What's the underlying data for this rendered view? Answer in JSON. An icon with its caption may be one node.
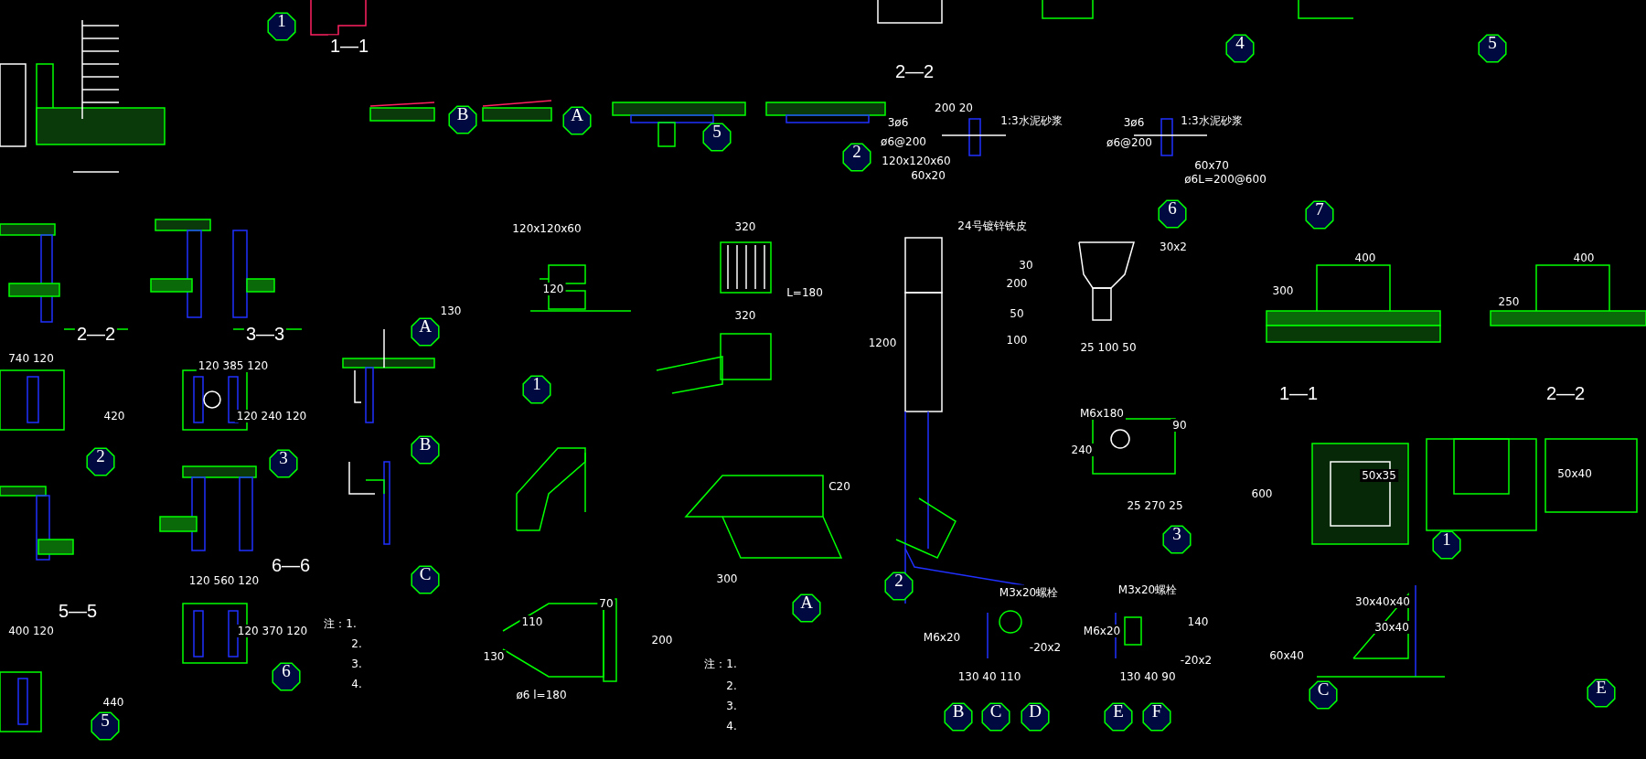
{
  "diagram": {
    "nodes": [
      {
        "text": [
          "1"
        ]
      },
      {
        "text": [
          "B"
        ]
      },
      {
        "text": [
          "A"
        ]
      },
      {
        "text": [
          "5"
        ]
      },
      {
        "text": [
          "2"
        ]
      },
      {
        "text": [
          "4"
        ]
      },
      {
        "text": [
          "5"
        ]
      },
      {
        "text": [
          "6"
        ]
      },
      {
        "text": [
          "7"
        ]
      },
      {
        "text": [
          "A"
        ]
      },
      {
        "text": [
          "1"
        ]
      },
      {
        "text": [
          "2"
        ]
      },
      {
        "text": [
          "3"
        ]
      },
      {
        "text": [
          "B"
        ]
      },
      {
        "text": [
          "C"
        ]
      },
      {
        "text": [
          "2"
        ]
      },
      {
        "text": [
          "3"
        ]
      },
      {
        "text": [
          "1"
        ]
      },
      {
        "text": [
          "A"
        ]
      },
      {
        "text": [
          "6"
        ]
      },
      {
        "text": [
          "5"
        ]
      },
      {
        "text": [
          "B"
        ]
      },
      {
        "text": [
          "C"
        ]
      },
      {
        "text": [
          "D"
        ]
      },
      {
        "text": [
          "E"
        ]
      },
      {
        "text": [
          "F"
        ]
      },
      {
        "text": [
          "C"
        ]
      },
      {
        "text": [
          "E"
        ]
      }
    ],
    "labels": [
      "1—1",
      "2—2",
      "2—2",
      "3—3",
      "6—6",
      "5—5",
      "1—1",
      "2—2",
      "120x120x60",
      "320",
      "L=180",
      "320",
      "130",
      "120",
      "24号镀锌铁皮",
      "30x2",
      "30",
      "200",
      "50",
      "100",
      "25 100 50",
      "1200",
      "M6x180",
      "240",
      "90",
      "25 270 25",
      "M3x20螺栓",
      "M6x20",
      "130 40 110",
      "-20x2",
      "M3x20螺栓",
      "M6x20",
      "140",
      "130 40 90",
      "-20x2",
      "C20",
      "300",
      "110",
      "70",
      "ø6 l=180",
      "200",
      "130",
      "50x35",
      "50x40",
      "600",
      "30x40x40",
      "30x40",
      "60x40",
      "400",
      "400",
      "300",
      "250",
      "3ø6",
      "ø6@200",
      "120x120x60",
      "60x20",
      "200 20",
      "1:3水泥砂浆",
      "3ø6",
      "ø6@200",
      "60x70",
      "ø6L=200@600",
      "1:3水泥砂浆",
      "740 120",
      "120 385 120",
      "420",
      "120 240 120",
      "120 560 120",
      "120 370 120",
      "440",
      "400 120",
      "注：1.",
      "2.",
      "3.",
      "4.",
      "注：1.",
      "2.",
      "3.",
      "4."
    ]
  }
}
